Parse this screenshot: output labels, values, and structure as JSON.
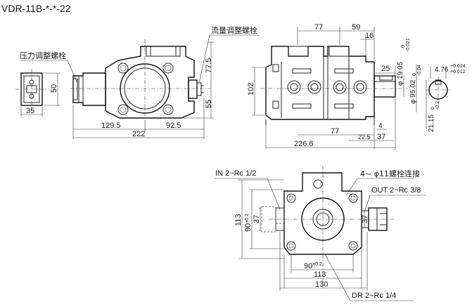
{
  "title": "VDR-11B-*-*-22",
  "labels": {
    "pressure_screw": "压力调整螺栓",
    "flow_screw": "流量调整螺栓",
    "bolt_connect": "4~ φ11螺栓连接",
    "in_port": "IN  2~Rc 1/2",
    "out_port": "OUT  2~Rc 3/8",
    "dr_port": "DR  2~Rc 1/4"
  },
  "dims": {
    "d35": "35",
    "d50": "50",
    "d129_5": "129.5",
    "d92_5": "92.5",
    "d222": "222",
    "d77_5": "77.5",
    "d55": "55",
    "d102": "102",
    "d77a": "77",
    "d59": "59",
    "d16": "16",
    "d25": "25",
    "d4": "4",
    "d77b": "77",
    "d22_5": "22.5",
    "d37a": "37",
    "d226_6": "226.6",
    "d113v": "113",
    "d90v": "90",
    "d90v_tol": "±0.2",
    "d37b": "37",
    "d37c": "37",
    "d90h": "90",
    "d90h_tol": "±0.2",
    "d113h": "113",
    "d130": "130"
  },
  "tol": {
    "shaft_dia": "φ 19.05",
    "shaft_dia_tol": "-0.021",
    "shaft_dia_tol0": "0",
    "key_w": "4.76",
    "key_w_up": "+0.024",
    "key_w_lo": "+0.012",
    "pilot": "φ 95.02",
    "pilot_tol": "-0.04",
    "pilot_tol0": "0",
    "key_h": "21.15",
    "key_h_tol": "-0.2",
    "key_h_tol0": "0"
  }
}
